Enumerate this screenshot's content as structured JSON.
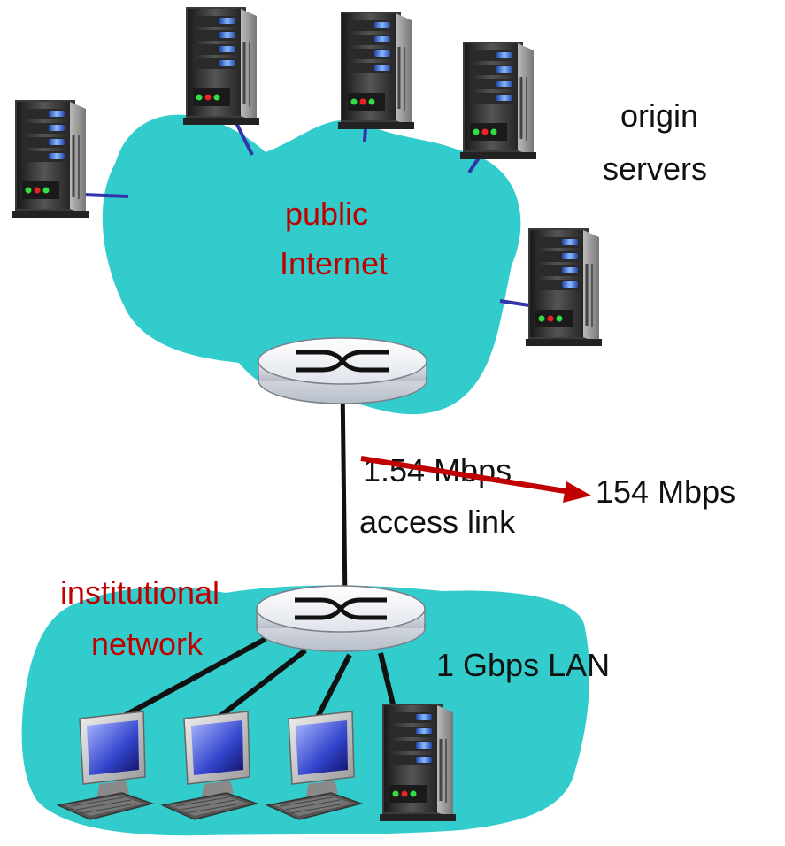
{
  "labels": {
    "origin_line1": "origin",
    "origin_line2": "servers",
    "public_line1": "public",
    "public_line2": "Internet",
    "old_rate": "1.54 Mbps",
    "access_link": "access link",
    "new_rate": "154 Mbps",
    "institutional_line1": "institutional",
    "institutional_line2": "network",
    "lan": "1 Gbps LAN"
  },
  "colors": {
    "cloud": "#33cccc",
    "link": "#111111",
    "server_link": "#3333aa",
    "accent_red": "#c00000"
  },
  "icons": {
    "server": "server-tower-icon",
    "router": "router-icon",
    "workstation": "desktop-computer-icon"
  }
}
